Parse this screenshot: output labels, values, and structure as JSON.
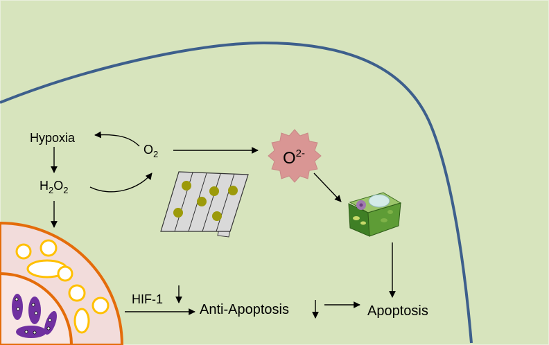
{
  "labels": {
    "hypoxia": "Hypoxia",
    "oxygen": {
      "base": "O",
      "sub": "2"
    },
    "hydrogen_peroxide": {
      "h": "H",
      "sub1": "2",
      "o": "O",
      "sub2": "2"
    },
    "superoxide": {
      "base": "O",
      "sup": "2-"
    },
    "hif1": "HIF-1",
    "anti_apoptosis": "Anti-Apoptosis",
    "apoptosis": "Apoptosis"
  },
  "icons": {
    "mitochondrion": "mitochondrion-icon",
    "cell": "plant-cell-icon",
    "tissue": "tissue-quarter-section-icon",
    "superoxide_burst": "burst-icon"
  },
  "colors": {
    "background": "#d7e4bd",
    "membrane_curve": "#3d5f8c",
    "superoxide_burst": "#d99694",
    "tissue_outer_fill": "#f2dcdb",
    "tissue_inner_fill": "#f8e6e4",
    "tissue_stroke": "#e46c0a",
    "vesicle_stroke": "#ffc000",
    "nucleus_fill": "#7030a0",
    "mitochondrion_fill": "#d9d9d9",
    "mitochondrion_dots": "#9c9a0a"
  }
}
